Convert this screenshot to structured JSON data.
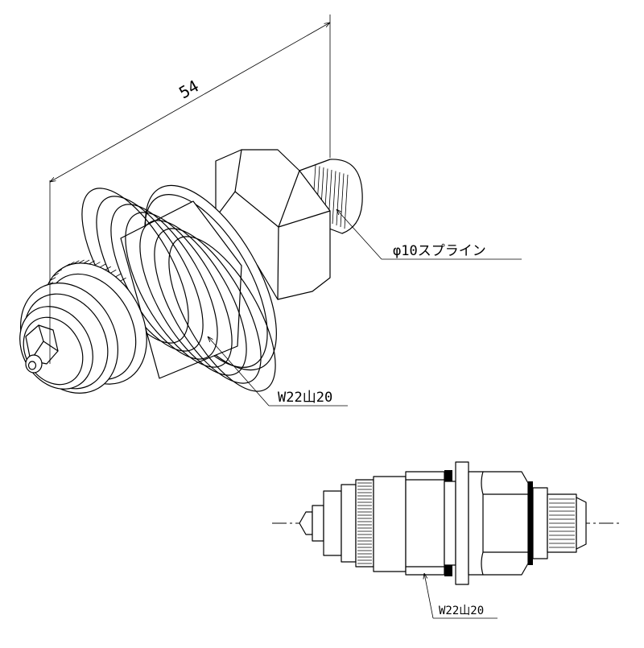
{
  "dimension": {
    "length": "54"
  },
  "callouts": {
    "spline": "φ10スプライン",
    "thread_iso": "W22山20",
    "thread_side": "W22山20"
  },
  "colors": {
    "line": "#000000",
    "background": "#ffffff"
  }
}
